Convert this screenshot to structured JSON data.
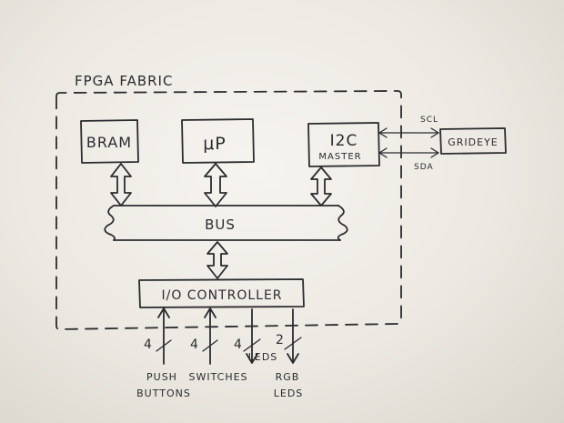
{
  "diagram": {
    "fabric_label": "FPGA FABRIC",
    "blocks": {
      "bram": "BRAM",
      "up": "μP",
      "i2c_line1": "I2C",
      "i2c_line2": "MASTER",
      "grideye": "GRIDEYE",
      "bus": "BUS",
      "io_controller": "I/O CONTROLLER"
    },
    "signals": {
      "scl": "SCL",
      "sda": "SDA"
    },
    "io_lines": [
      {
        "width": "4",
        "direction": "in",
        "label_line1": "PUSH",
        "label_line2": "BUTTONS"
      },
      {
        "width": "4",
        "direction": "in",
        "label_line1": "SWITCHES",
        "label_line2": ""
      },
      {
        "width": "4",
        "direction": "out",
        "label_line1": "LEDS",
        "label_line2": ""
      },
      {
        "width": "2",
        "direction": "out",
        "label_line1": "RGB",
        "label_line2": "LEDS"
      }
    ]
  }
}
